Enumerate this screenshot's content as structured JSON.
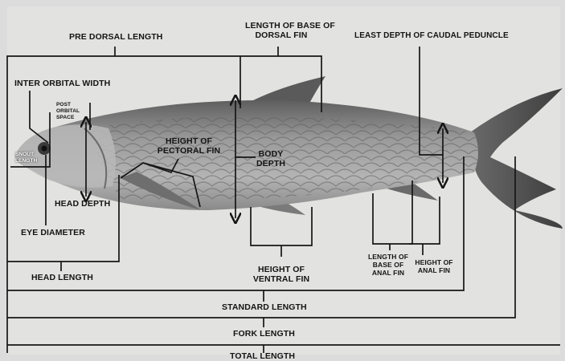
{
  "labels": {
    "pre_dorsal_length": "PRE DORSAL LENGTH",
    "length_base_dorsal_fin_1": "LENGTH OF BASE OF",
    "length_base_dorsal_fin_2": "DORSAL FIN",
    "least_depth_caudal_peduncle": "LEAST DEPTH  OF CAUDAL PEDUNCLE",
    "inter_orbital_width": "INTER ORBITAL WIDTH",
    "post_orbital_space_1": "POST",
    "post_orbital_space_2": "ORBITAL",
    "post_orbital_space_3": "SPACE",
    "snout_length_1": "SNOUT",
    "snout_length_2": "LENGTH",
    "height_pectoral_fin_1": "HEIGHT OF",
    "height_pectoral_fin_2": "PECTORAL FIN",
    "body_depth_1": "BODY",
    "body_depth_2": "DEPTH",
    "head_depth": "HEAD DEPTH",
    "eye_diameter": "EYE DIAMETER",
    "head_length": "HEAD LENGTH",
    "height_ventral_fin_1": "HEIGHT OF",
    "height_ventral_fin_2": "VENTRAL FIN",
    "length_base_anal_fin_1": "LENGTH OF",
    "length_base_anal_fin_2": "BASE OF",
    "length_base_anal_fin_3": "ANAL FIN",
    "height_anal_fin_1": "HEIGHT OF",
    "height_anal_fin_2": "ANAL FIN",
    "standard_length": "STANDARD LENGTH",
    "fork_length": "FORK LENGTH",
    "total_length": "TOTAL LENGTH"
  },
  "colors": {
    "background": "#dcdcdc",
    "fish_body": "#8e8e8e",
    "fish_dark": "#4a4a4a",
    "line": "#161616"
  }
}
